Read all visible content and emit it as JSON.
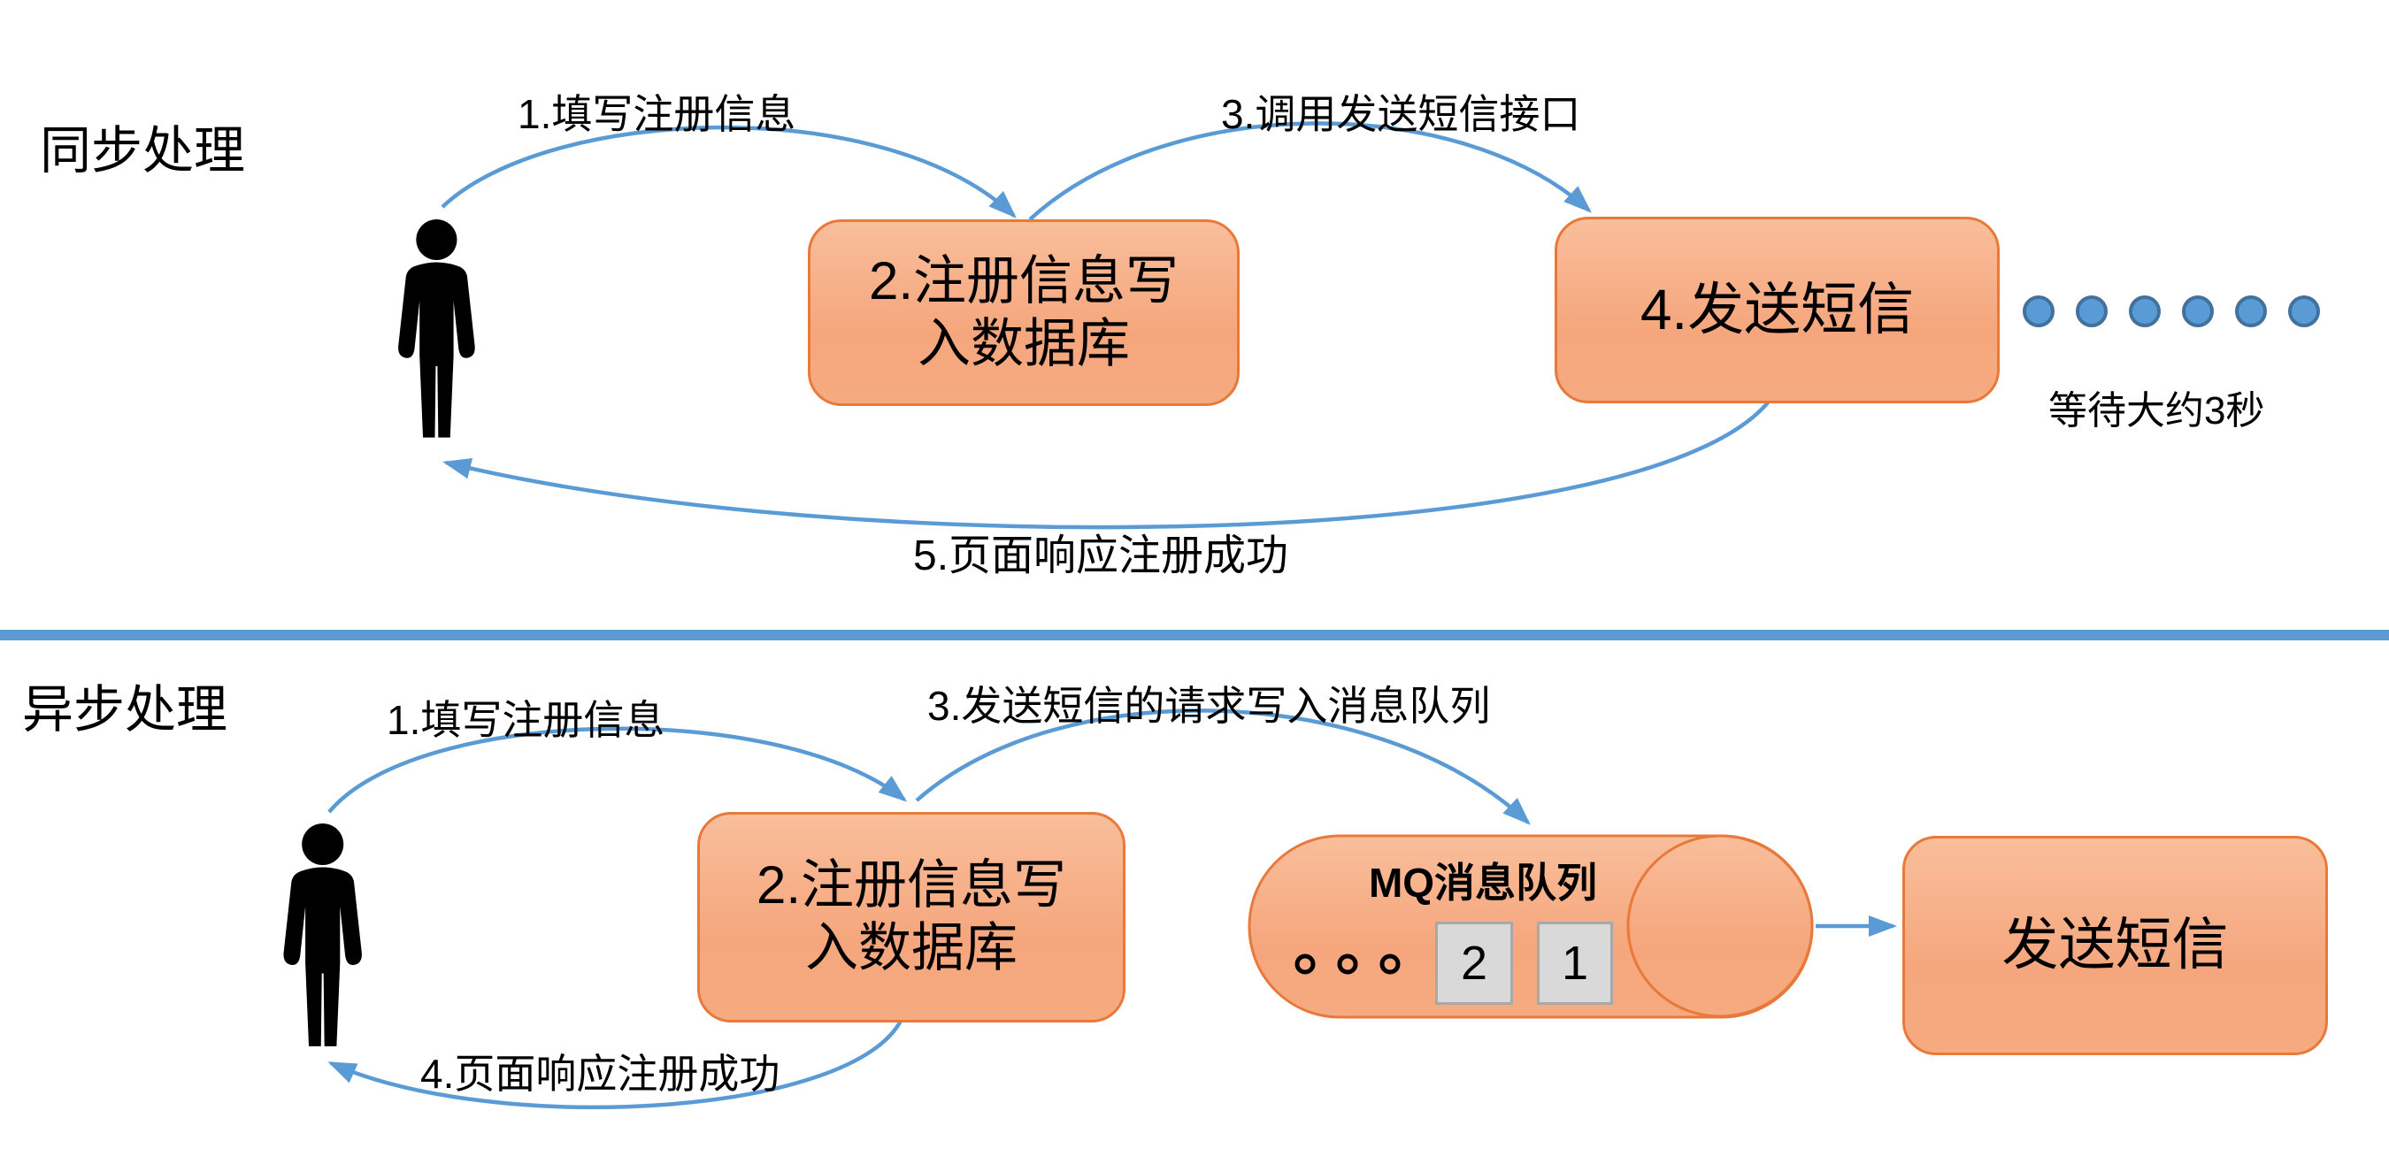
{
  "colors": {
    "arrow_blue": "#5B9BD5",
    "dot_fill": "#5B9BD5",
    "dot_border": "#41719C",
    "box_border": "#E8793A",
    "box_fill_top": "#F9BE9B",
    "box_fill_bottom": "#F6AA80",
    "divider_blue": "#5B9BD5",
    "queue_item_fill": "#D9D9D9",
    "queue_item_border": "#A8A8A8",
    "person_black": "#000000"
  },
  "sync": {
    "title": "同步处理",
    "step1_label": "1.填写注册信息",
    "db_box": "2.注册信息写\n入数据库",
    "step3_label": "3.调用发送短信接口",
    "sms_box": "4.发送短信",
    "step5_label": "5.页面响应注册成功",
    "wait_label": "等待大约3秒"
  },
  "async": {
    "title": "异步处理",
    "step1_label": "1.填写注册信息",
    "db_box": "2.注册信息写\n入数据库",
    "step3_label": "3.发送短信的请求写入消息队列",
    "step4_label": "4.页面响应注册成功",
    "mq_title": "MQ消息队列",
    "queue_items": [
      "2",
      "1"
    ],
    "sms_box": "发送短信"
  }
}
